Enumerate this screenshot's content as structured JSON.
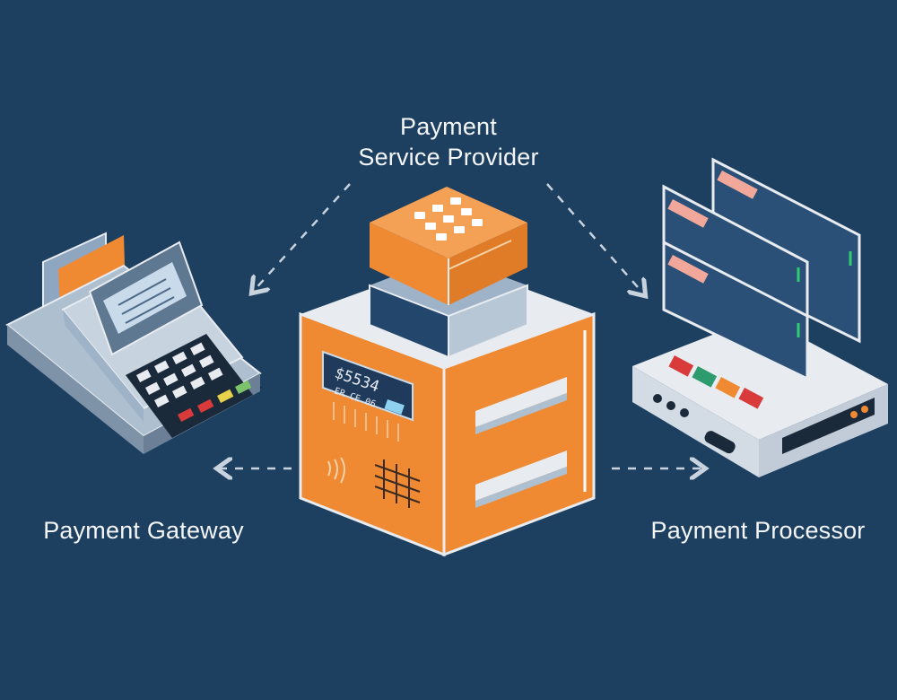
{
  "labels": {
    "psp_line1": "Payment",
    "psp_line2": "Service Provider",
    "gateway": "Payment Gateway",
    "processor": "Payment Processor"
  },
  "terminal_screen_text": "$5534",
  "terminal_sub_text": "ER CE 06",
  "colors": {
    "background": "#1d3f60",
    "accent_orange": "#ef8a33",
    "device_light": "#e8ecf1",
    "device_steel": "#9fb3c8",
    "arrow": "#c8d3de"
  },
  "icons": [
    "pos-terminal-icon",
    "payment-hub-icon",
    "server-processor-icon"
  ]
}
